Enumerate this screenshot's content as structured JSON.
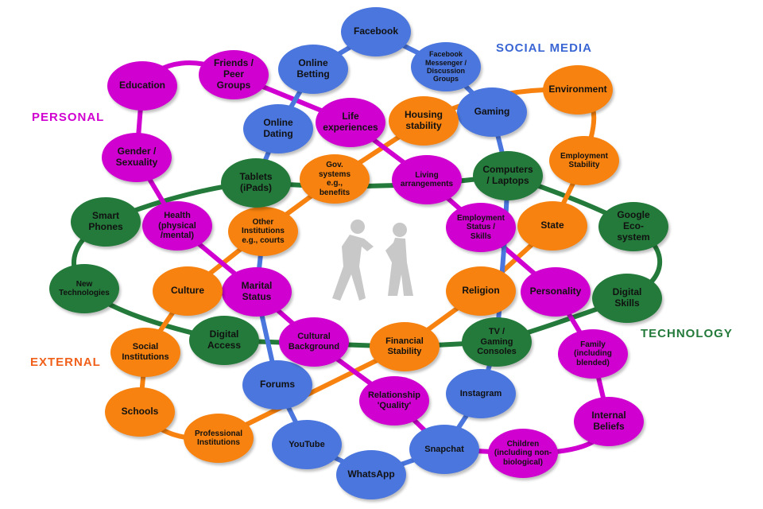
{
  "colors": {
    "social_media": "#4a76de",
    "personal": "#d000d0",
    "external": "#f7820f",
    "technology": "#237a3a",
    "silhouette": "#c8c8c8"
  },
  "category_labels": {
    "personal": "PERSONAL",
    "social_media": "SOCIAL MEDIA",
    "technology": "TECHNOLOGY",
    "external": "EXTERNAL"
  },
  "nodes": [
    {
      "label": "Facebook",
      "category": "social_media"
    },
    {
      "label": "Online\nBetting",
      "category": "social_media"
    },
    {
      "label": "Facebook\nMessenger /\nDiscussion\nGroups",
      "category": "social_media"
    },
    {
      "label": "Online\nDating",
      "category": "social_media"
    },
    {
      "label": "Gaming",
      "category": "social_media"
    },
    {
      "label": "Forums",
      "category": "social_media"
    },
    {
      "label": "YouTube",
      "category": "social_media"
    },
    {
      "label": "WhatsApp",
      "category": "social_media"
    },
    {
      "label": "Snapchat",
      "category": "social_media"
    },
    {
      "label": "Instagram",
      "category": "social_media"
    },
    {
      "label": "Education",
      "category": "personal"
    },
    {
      "label": "Friends /\nPeer\nGroups",
      "category": "personal"
    },
    {
      "label": "Life\nexperiences",
      "category": "personal"
    },
    {
      "label": "Gender /\nSexuality",
      "category": "personal"
    },
    {
      "label": "Health\n(physical\n/mental)",
      "category": "personal"
    },
    {
      "label": "Living\narrangements",
      "category": "personal"
    },
    {
      "label": "Employment\nStatus /\nSkills",
      "category": "personal"
    },
    {
      "label": "Marital\nStatus",
      "category": "personal"
    },
    {
      "label": "Cultural\nBackground",
      "category": "personal"
    },
    {
      "label": "Personality",
      "category": "personal"
    },
    {
      "label": "Relationship\n'Quality'",
      "category": "personal"
    },
    {
      "label": "Family\n(including\nblended)",
      "category": "personal"
    },
    {
      "label": "Internal\nBeliefs",
      "category": "personal"
    },
    {
      "label": "Children\n(including non-\nbiological)",
      "category": "personal"
    },
    {
      "label": "Housing\nstability",
      "category": "external"
    },
    {
      "label": "Environment",
      "category": "external"
    },
    {
      "label": "Employment\nStability",
      "category": "external"
    },
    {
      "label": "Gov.\nsystems\ne.g.,\nbenefits",
      "category": "external"
    },
    {
      "label": "Other\nInstitutions\ne.g., courts",
      "category": "external"
    },
    {
      "label": "State",
      "category": "external"
    },
    {
      "label": "Culture",
      "category": "external"
    },
    {
      "label": "Religion",
      "category": "external"
    },
    {
      "label": "Social\nInstitutions",
      "category": "external"
    },
    {
      "label": "Financial\nStability",
      "category": "external"
    },
    {
      "label": "Schools",
      "category": "external"
    },
    {
      "label": "Professional\nInstitutions",
      "category": "external"
    },
    {
      "label": "Tablets\n(iPads)",
      "category": "technology"
    },
    {
      "label": "Computers\n/ Laptops",
      "category": "technology"
    },
    {
      "label": "Smart\nPhones",
      "category": "technology"
    },
    {
      "label": "Google\nEco-\nsystem",
      "category": "technology"
    },
    {
      "label": "New\nTechnologies",
      "category": "technology"
    },
    {
      "label": "Digital\nSkills",
      "category": "technology"
    },
    {
      "label": "Digital\nAccess",
      "category": "technology"
    },
    {
      "label": "TV /\nGaming\nConsoles",
      "category": "technology"
    }
  ]
}
